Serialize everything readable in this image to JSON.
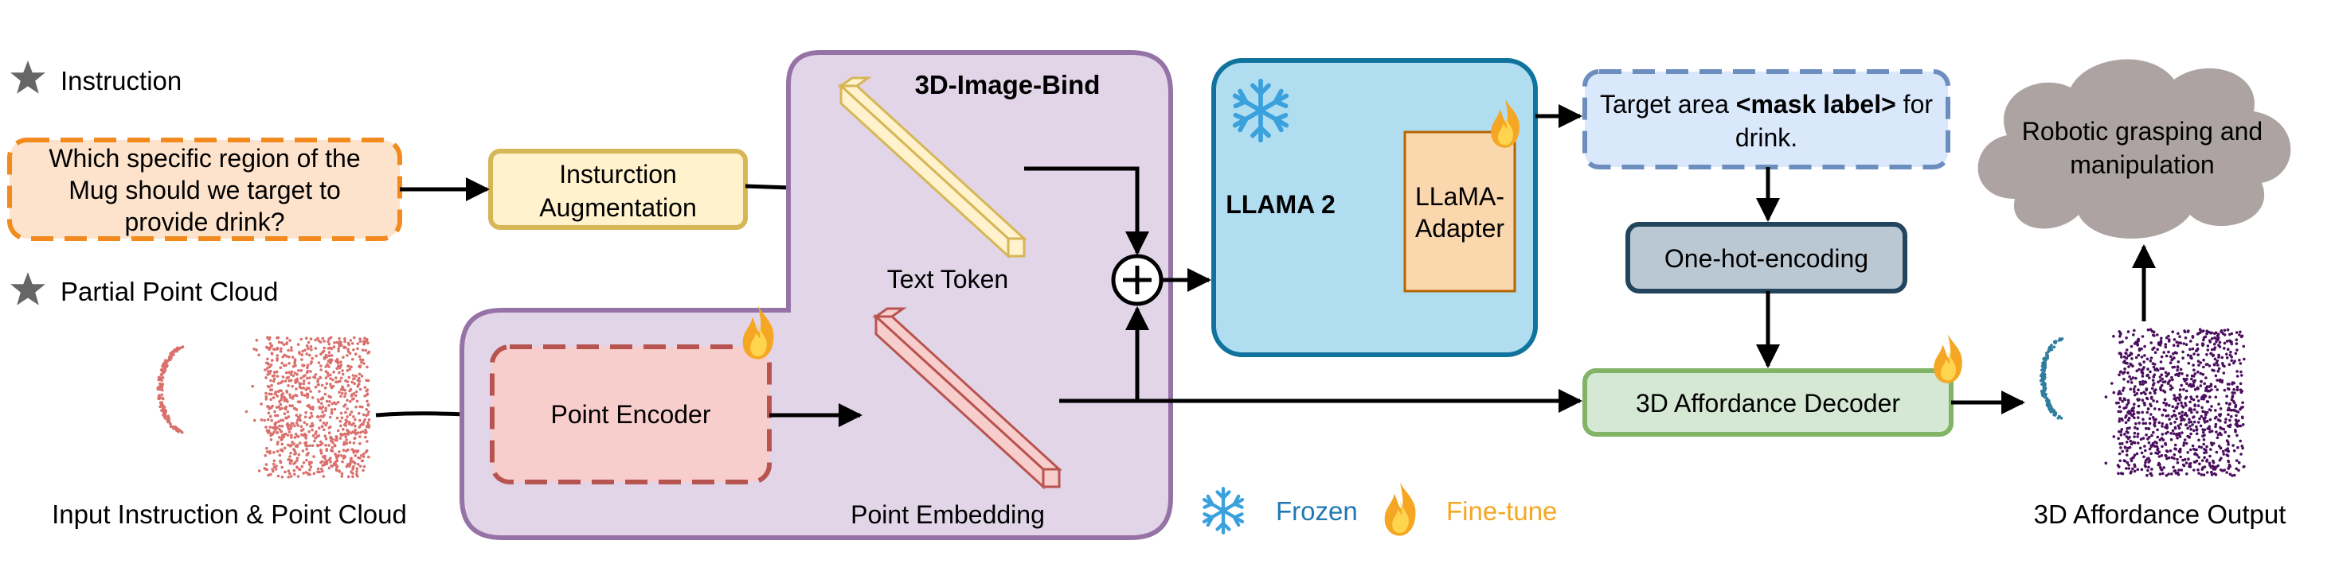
{
  "labels": {
    "instruction": "Instruction",
    "partial_point_cloud": "Partial Point Cloud",
    "question_line1": "Which specific region of the",
    "question_line2": "Mug should we target to",
    "question_line3": "provide drink?",
    "augmentation_line1": "Insturction",
    "augmentation_line2": "Augmentation",
    "input_caption": "Input Instruction & Point Cloud",
    "image_bind_title": "3D-Image-Bind",
    "text_token": "Text Token",
    "point_encoder": "Point Encoder",
    "point_embedding": "Point Embedding",
    "llama2": "LLAMA 2",
    "adapter_line1": "LLaMA-",
    "adapter_line2": "Adapter",
    "target_prefix": "Target area ",
    "target_mask": "<mask label>",
    "target_suffix": " for",
    "target_line2": "drink.",
    "one_hot": "One-hot-encoding",
    "decoder": "3D Affordance Decoder",
    "robot_line1": "Robotic grasping and",
    "robot_line2": "manipulation",
    "output_caption": "3D Affordance Output",
    "legend_frozen": "Frozen",
    "legend_finetune": "Fine-tune"
  },
  "icons": {
    "star": "star-icon",
    "snowflake": "snowflake-icon",
    "flame": "flame-icon",
    "plus": "circle-plus-icon"
  },
  "colors": {
    "input_fill": "#fde3cc",
    "input_stroke": "#f28a1e",
    "augment_fill": "#fff2cc",
    "augment_stroke": "#d6b656",
    "bind_fill": "#e1d5e7",
    "bind_stroke": "#9673a6",
    "encoder_fill": "#f8cecc",
    "encoder_stroke": "#b85450",
    "llama_fill": "#b1ddf0",
    "llama_stroke": "#10739e",
    "adapter_fill": "#fad7ac",
    "adapter_stroke": "#b46504",
    "target_fill": "#dae8fc",
    "target_stroke": "#6c8ebf",
    "onehot_fill": "#bac8d3",
    "onehot_stroke": "#23445d",
    "decoder_fill": "#d5e8d4",
    "decoder_stroke": "#82b366",
    "cloud_fill": "#ada3a3",
    "frozen_text": "#1f78b4",
    "finetune_text": "#f5a623",
    "input_points": "#d9706c",
    "output_points": "#4b0f5e",
    "highlight_points": "#2e7d9c"
  }
}
